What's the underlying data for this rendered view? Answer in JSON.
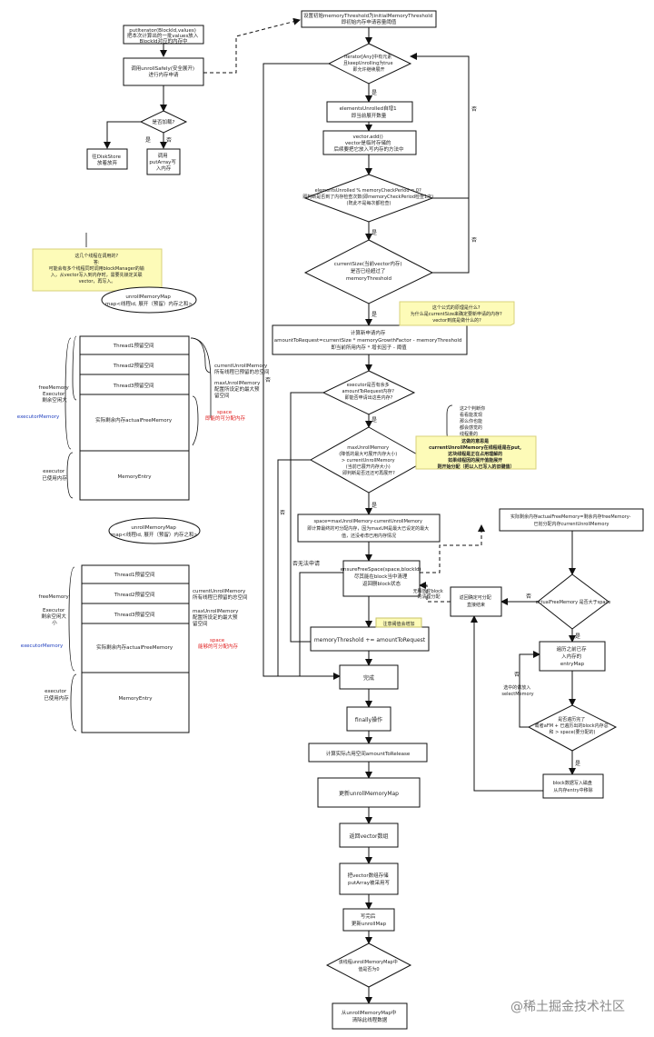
{
  "flow": {
    "put_iterator": [
      "putIterator(BlockId,values)",
      "把本次计算出的一批values放入",
      "BlockId对应的内存中"
    ],
    "unroll_safely": [
      "调用unrollSafely(安全展开)",
      "进行内存申请"
    ],
    "unroll_ok": [
      "是否加载?"
    ],
    "to_disk": [
      "往DiskStore",
      "放着放弃"
    ],
    "call_put_array": [
      "调用",
      "putArray写",
      "入内存"
    ],
    "set_threshold": [
      "设置初始memoryThreshold为initialMemoryThreshold",
      "即初始内存申请容量阈值"
    ],
    "iter_has_next": [
      "Iterator[Any]中有元素",
      "且keepUnrolling为true",
      "即允许继续展开"
    ],
    "elements_unrolled": [
      "elementsUnrolled自增1",
      "即当前展开数量"
    ],
    "vector_add": [
      "vector.add()",
      "vector是临时存储的",
      "后续要把它放入写内存的方法中"
    ],
    "check_period": [
      "elementsUnrolled % memoryCheckPeriod = 0?",
      "即判断是否到了内存检查次数(即memoryCheckPeriod检查1次)",
      "(既此不是每次都检查)"
    ],
    "size_check": [
      "currentSize(当前vector内存)",
      "是否已经超过了",
      "memoryThreshold"
    ],
    "amount_request": [
      "计算新申请内存",
      "amountToRequest=currentSize * memoryGrowthFactor - memoryThreshold",
      "即当前所用内存 * 增长因子 - 阈值"
    ],
    "executor_enough": [
      "executor是否有余多",
      "amountToRequest内存?",
      "即能否申请出这些内存?"
    ],
    "max_unroll": [
      "maxUnrollMemory",
      "(降低的最大可展开内存大小)",
      "> currentUnrollMemory",
      "(当前已展开内存大小)",
      "即判断是否还还可再展开?"
    ],
    "yes_label": "是",
    "no_label": "否",
    "cannot_apply": "否无法申请",
    "space_calc": [
      "space=maxUnrollMemory-currentUnrollMemory",
      "即计算最终的可分配内存，因为maxUM是最大已设定的最大",
      "值，还没考虑已用内存情况"
    ],
    "ensure_free": [
      "ensureFreeSpace(space,blockId)",
      "尽其能在block当中清理",
      "返回删block状态"
    ],
    "threshold_add": "memoryThreshold += amountToRequest",
    "threshold_note": "注意阈值会增加",
    "done": "完成",
    "finally_op": "finally操作",
    "calc_release": "计算实际占用空间amountToRelease",
    "update_map": "更新unrollMemoryMap",
    "return_vector": "返回vector数组",
    "put_array": [
      "把vector数组存储",
      "putArray被采用写"
    ],
    "write_done": [
      "写完后",
      "更新unrollMap"
    ],
    "map_zero": [
      "该线程unrollMemoryMap中",
      "值是否为0"
    ],
    "remove_entry": [
      "从unrollMemoryMap中",
      "清除此线程数据"
    ],
    "actual_free": [
      "实际剩余内存actualFreeMemory=剩余内存freeMemory-",
      "已划分配内存currentUnrollMemory"
    ],
    "actual_gt_space": "actualFreeMemory 是否大于space",
    "free_fail": [
      "无释放空block",
      "的清理分配"
    ],
    "return_result": [
      "返回确定可分配",
      "直接结束"
    ],
    "traverse_entry": [
      "遍历之前已存",
      "入内存的",
      "entryMap"
    ],
    "select_memory": [
      "选中的做放入",
      "selectMemory"
    ],
    "check_space": [
      "是否遍历完了",
      "或者aFM + 已遍历出的block内存总",
      "和 > space(要分配的)"
    ],
    "remove_block": [
      "block数据写入磁盘",
      "从内存entry中移除"
    ]
  },
  "notes": {
    "top_question": [
      "这几个线程在调用的?",
      "答:",
      "可能会有多个线程同时调用blockManager的输",
      "入，从vector写入到内存时，需要先锁定关联",
      "vector，再写入。"
    ],
    "growth_question": [
      "这个公式的原理是什么?",
      "为什么是currentSize来确定要新申请的内存?",
      "vector到底是做什么的?"
    ],
    "judgement": [
      "这2个判断你",
      "看看能发现",
      "那么你也能",
      "都会感觉的",
      "线程量的"
    ],
    "highlight": [
      "这做的意思是",
      "currentUnrollMemory在线程组是在put,",
      "这块线程是正在占用理解的",
      "如果线程因的展开值能展开",
      "则开始分配（把以入已写入的旧键值）"
    ]
  },
  "memory_map_1": {
    "header": [
      "unrollMemoryMap",
      "map<线程id, 展开（预留）内存之和>"
    ],
    "rows": [
      "Thread1预留空间",
      "Thread2预留空间",
      "Thread3预留空间",
      "实际剩余内存actualFreeMemory",
      "MemoryEntry"
    ],
    "right_labels": [
      [
        "currentUnrollMemory",
        "所有线程已预留的总空间"
      ],
      [
        "maxUnrollMemory",
        "配置所设定的最大预",
        "留空间"
      ]
    ],
    "space_label": [
      "space",
      "即能的可分配内存"
    ],
    "left_labels": {
      "free": [
        "freeMemory",
        "Executor",
        "剩余空闲大"
      ],
      "executor": "executorMemory",
      "used": [
        "executor",
        "已使用内存"
      ]
    }
  },
  "memory_map_2": {
    "header": [
      "unrollMemoryMap",
      "map<线程id, 展开（预留）内存之和>"
    ],
    "rows": [
      "Thread1预留空间",
      "Thread2预留空间",
      "Thread3预留空间",
      "实际剩余内存actualFreeMemory",
      "MemoryEntry"
    ],
    "right_labels": [
      [
        "currentUnrollMemory",
        "所有线程已预留的总空间"
      ],
      [
        "maxUnrollMemory",
        "配置所设定的最大预",
        "留空间"
      ]
    ],
    "space_label": [
      "space",
      "能够的可分配内存"
    ],
    "left_labels": {
      "free": [
        "freeMemory",
        "Executor",
        "剩余空闲大",
        "小"
      ],
      "executor": "executorMemory",
      "used": [
        "executor",
        "已使用内存"
      ]
    }
  },
  "watermark": "@稀土掘金技术社区",
  "colors": {
    "note_fill": "#fdfbb8",
    "red_text": "#e02020",
    "blue_text": "#1f3fbf"
  }
}
